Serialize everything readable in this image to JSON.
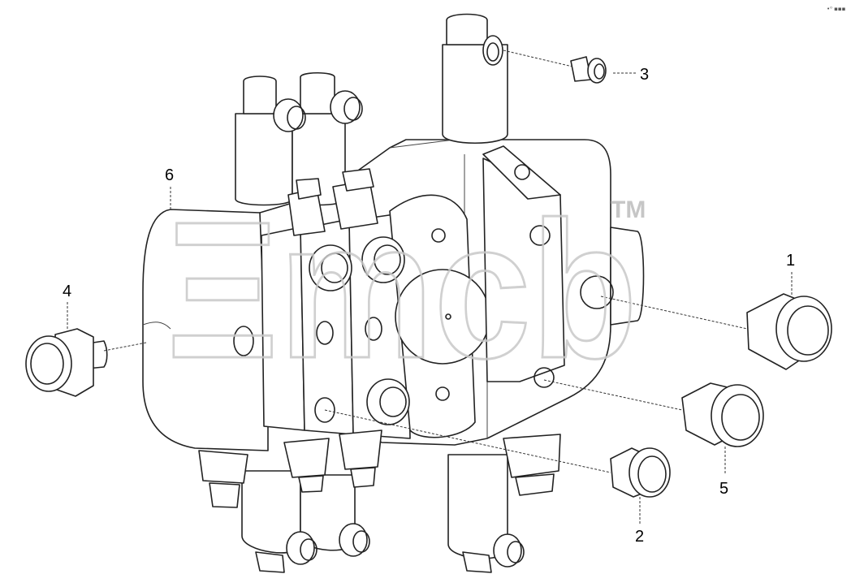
{
  "watermark": {
    "logo_text": "Ξmcb",
    "trademark": "TM"
  },
  "corner_mark": "•⁰ ▪▪▪",
  "callouts": [
    {
      "id": "1",
      "label": "1"
    },
    {
      "id": "2",
      "label": "2"
    },
    {
      "id": "3",
      "label": "3"
    },
    {
      "id": "4",
      "label": "4"
    },
    {
      "id": "5",
      "label": "5"
    },
    {
      "id": "6",
      "label": "6"
    }
  ]
}
